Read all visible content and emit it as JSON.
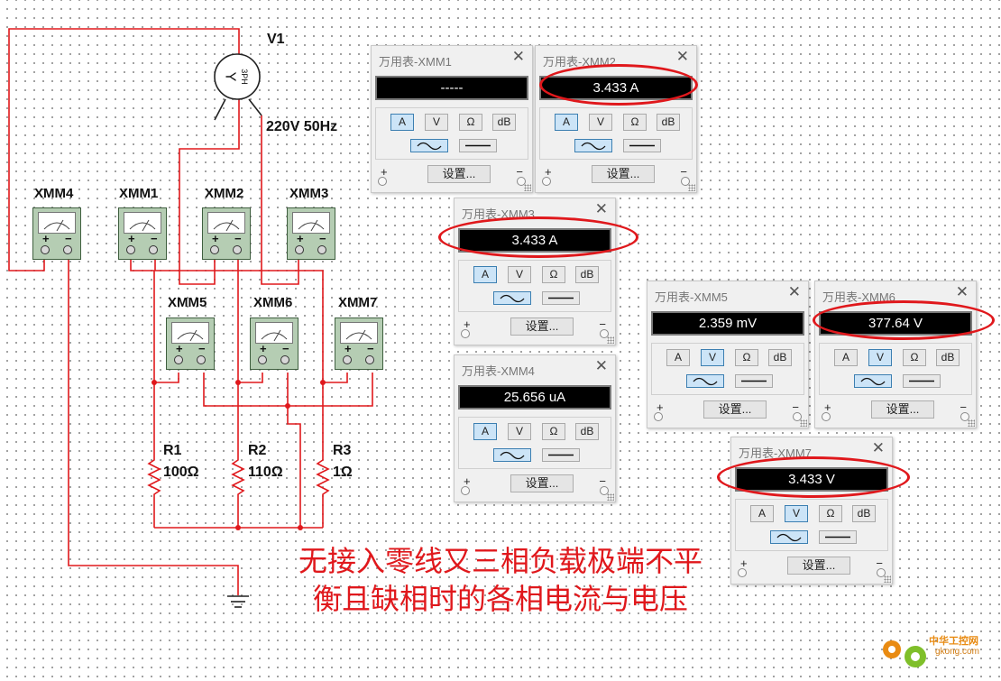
{
  "source": {
    "name": "V1",
    "rating": "220V 50Hz",
    "glyph": "Y",
    "phase_label": "3PH"
  },
  "meter_labels": [
    "XMM4",
    "XMM1",
    "XMM2",
    "XMM3",
    "XMM5",
    "XMM6",
    "XMM7"
  ],
  "resistors": [
    {
      "name": "R1",
      "value": "100Ω"
    },
    {
      "name": "R2",
      "value": "110Ω"
    },
    {
      "name": "R3",
      "value": "1Ω"
    }
  ],
  "meter_window": {
    "buttons": [
      "A",
      "V",
      "Ω",
      "dB"
    ],
    "settings_label": "设置...",
    "plus": "+",
    "minus": "−",
    "close": "✕"
  },
  "windows": [
    {
      "id": "XMM1",
      "title": "万用表-XMM1",
      "display": "-----",
      "mode": "A",
      "highlighted": false
    },
    {
      "id": "XMM2",
      "title": "万用表-XMM2",
      "display": "3.433 A",
      "mode": "A",
      "highlighted": true
    },
    {
      "id": "XMM3",
      "title": "万用表-XMM3",
      "display": "3.433 A",
      "mode": "A",
      "highlighted": true
    },
    {
      "id": "XMM4",
      "title": "万用表-XMM4",
      "display": "25.656 uA",
      "mode": "A",
      "highlighted": false
    },
    {
      "id": "XMM5",
      "title": "万用表-XMM5",
      "display": "2.359 mV",
      "mode": "V",
      "highlighted": false
    },
    {
      "id": "XMM6",
      "title": "万用表-XMM6",
      "display": "377.64 V",
      "mode": "V",
      "highlighted": true
    },
    {
      "id": "XMM7",
      "title": "万用表-XMM7",
      "display": "3.433 V",
      "mode": "V",
      "highlighted": true
    }
  ],
  "caption": {
    "line1": "无接入零线又三相负载极端不平",
    "line2": "衡且缺相时的各相电流与电压"
  },
  "watermark": {
    "name": "中华工控网",
    "url": "gkong.com"
  },
  "colors": {
    "wire": "#e0181c",
    "highlight": "#e0181c",
    "meter_body": "#b5cdb3",
    "display_bg": "#000000",
    "selected_button": "#cce4f7"
  }
}
